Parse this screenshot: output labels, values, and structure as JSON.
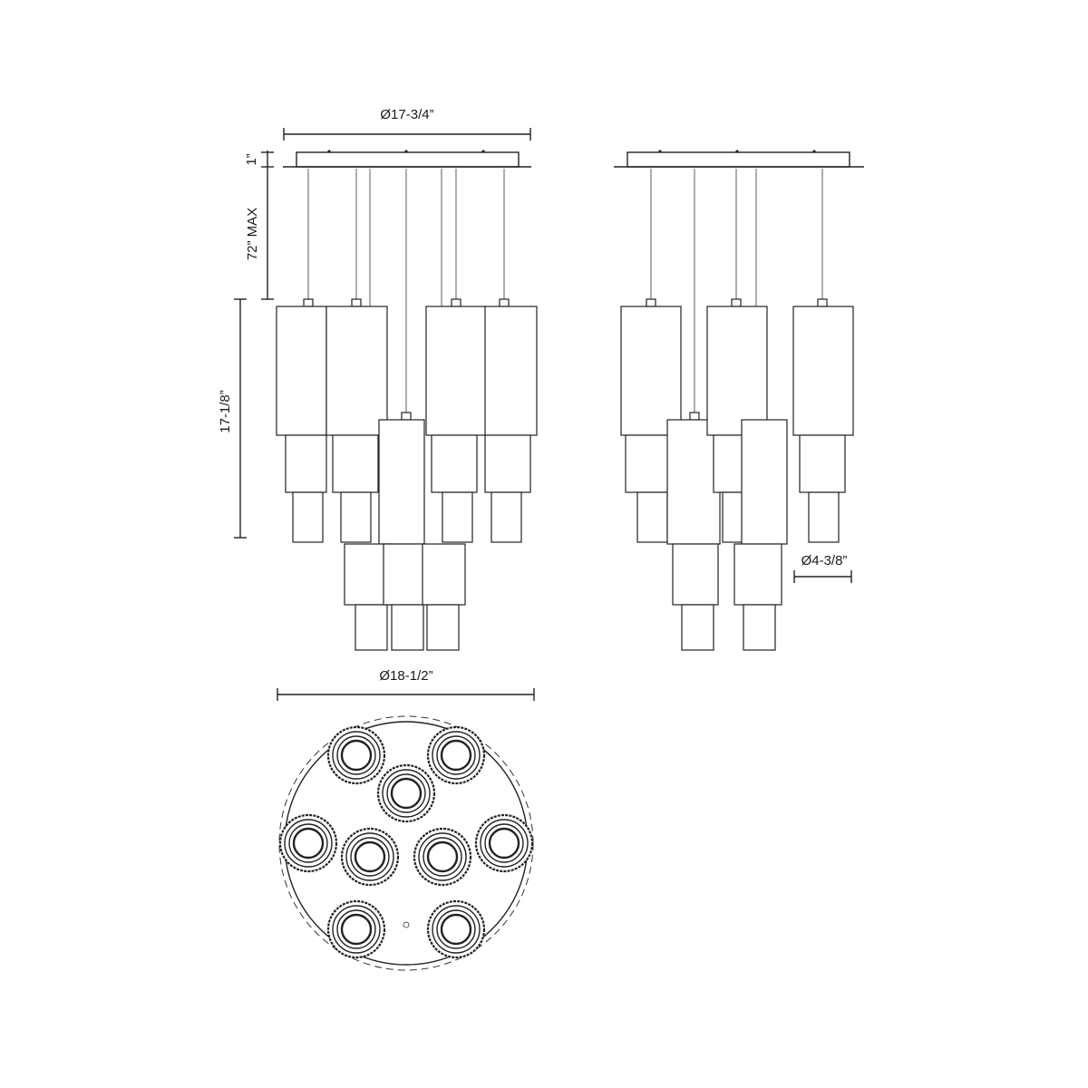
{
  "dimensions": {
    "canopy_width": "Ø17-3/4”",
    "canopy_height": "1”",
    "cord_length": "72” MAX",
    "fixture_height": "17-1/8”",
    "shade_diameter": "Ø4-3/8”",
    "overall_diameter": "Ø18-1/2”"
  },
  "counts": {
    "front_view_pendants": 7,
    "side_view_pendants": 5,
    "bottom_view_pendants": 9
  },
  "colors": {
    "line": "#222222",
    "background": "#ffffff"
  }
}
